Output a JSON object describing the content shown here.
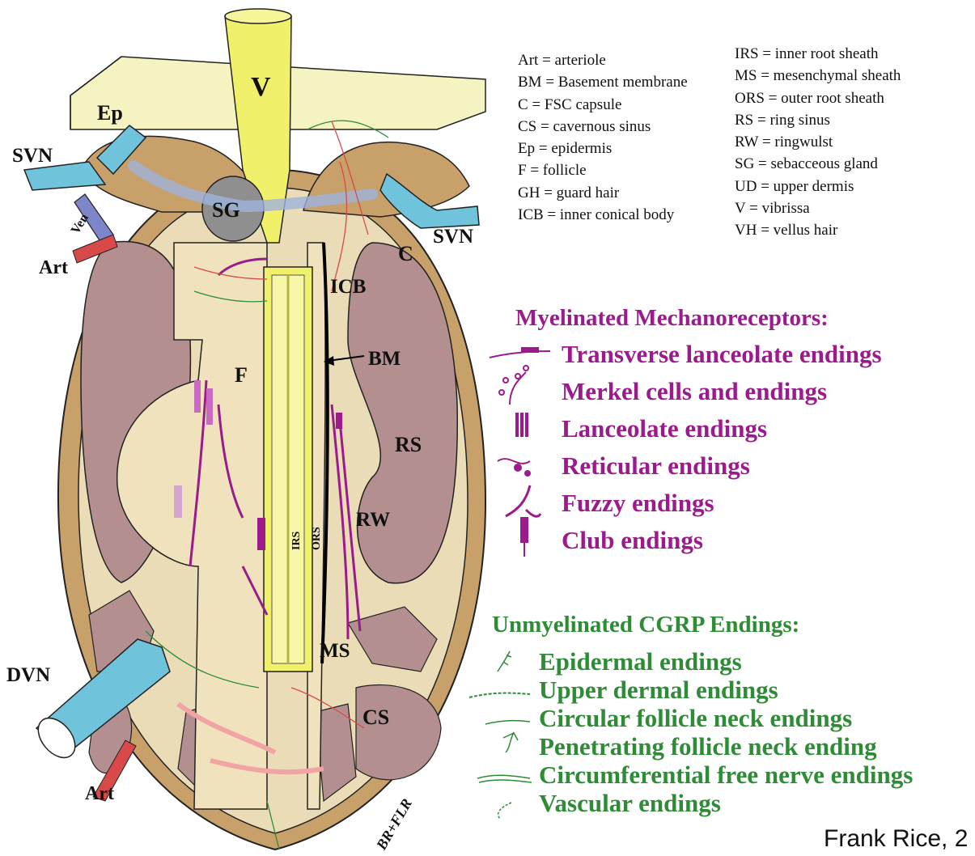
{
  "diagram_labels": {
    "V": "V",
    "Ep": "Ep",
    "SVN_left": "SVN",
    "Ven": "Ven",
    "SG": "SG",
    "Art_top": "Art",
    "SVN_right": "SVN",
    "C": "C",
    "ICB": "ICB",
    "BM": "BM",
    "F": "F",
    "RS": "RS",
    "IRS": "IRS",
    "ORS": "ORS",
    "RW": "RW",
    "MS": "MS",
    "DVN": "DVN",
    "CS": "CS",
    "Art_bottom": "Art",
    "signature": "BR+FLR"
  },
  "abbreviations_left": [
    "Art = arteriole",
    "BM = Basement membrane",
    "C = FSC capsule",
    "CS = cavernous sinus",
    "Ep = epidermis",
    "F = follicle",
    "GH = guard hair",
    "ICB = inner conical body"
  ],
  "abbreviations_right": [
    "IRS = inner root sheath",
    "MS = mesenchymal sheath",
    "ORS = outer root sheath",
    "RS = ring sinus",
    "RW = ringwulst",
    "SG = sebacceous gland",
    "UD = upper dermis",
    "V = vibrissa",
    "VH = vellus hair"
  ],
  "myelinated": {
    "heading": "Myelinated Mechanoreceptors:",
    "items": [
      "Transverse lanceolate endings",
      "Merkel cells and endings",
      "Lanceolate endings",
      "Reticular endings",
      "Fuzzy endings",
      "Club endings"
    ]
  },
  "unmyelinated": {
    "heading": "Unmyelinated CGRP Endings:",
    "items": [
      "Epidermal endings",
      "Upper dermal endings",
      "Circular follicle neck endings",
      "Penetrating follicle neck ending",
      "Circumferential free nerve endings",
      "Vascular endings"
    ]
  },
  "credit": "Frank Rice, 2",
  "colors": {
    "myelinated": "#9b1a8c",
    "unmyelinated": "#2e8b36",
    "capsule": "#c8a06a",
    "sinus": "#b38f8f",
    "tissue": "#f3e6c4",
    "vibrissa": "#f1f06a",
    "nerve": "#6fc4dc"
  }
}
